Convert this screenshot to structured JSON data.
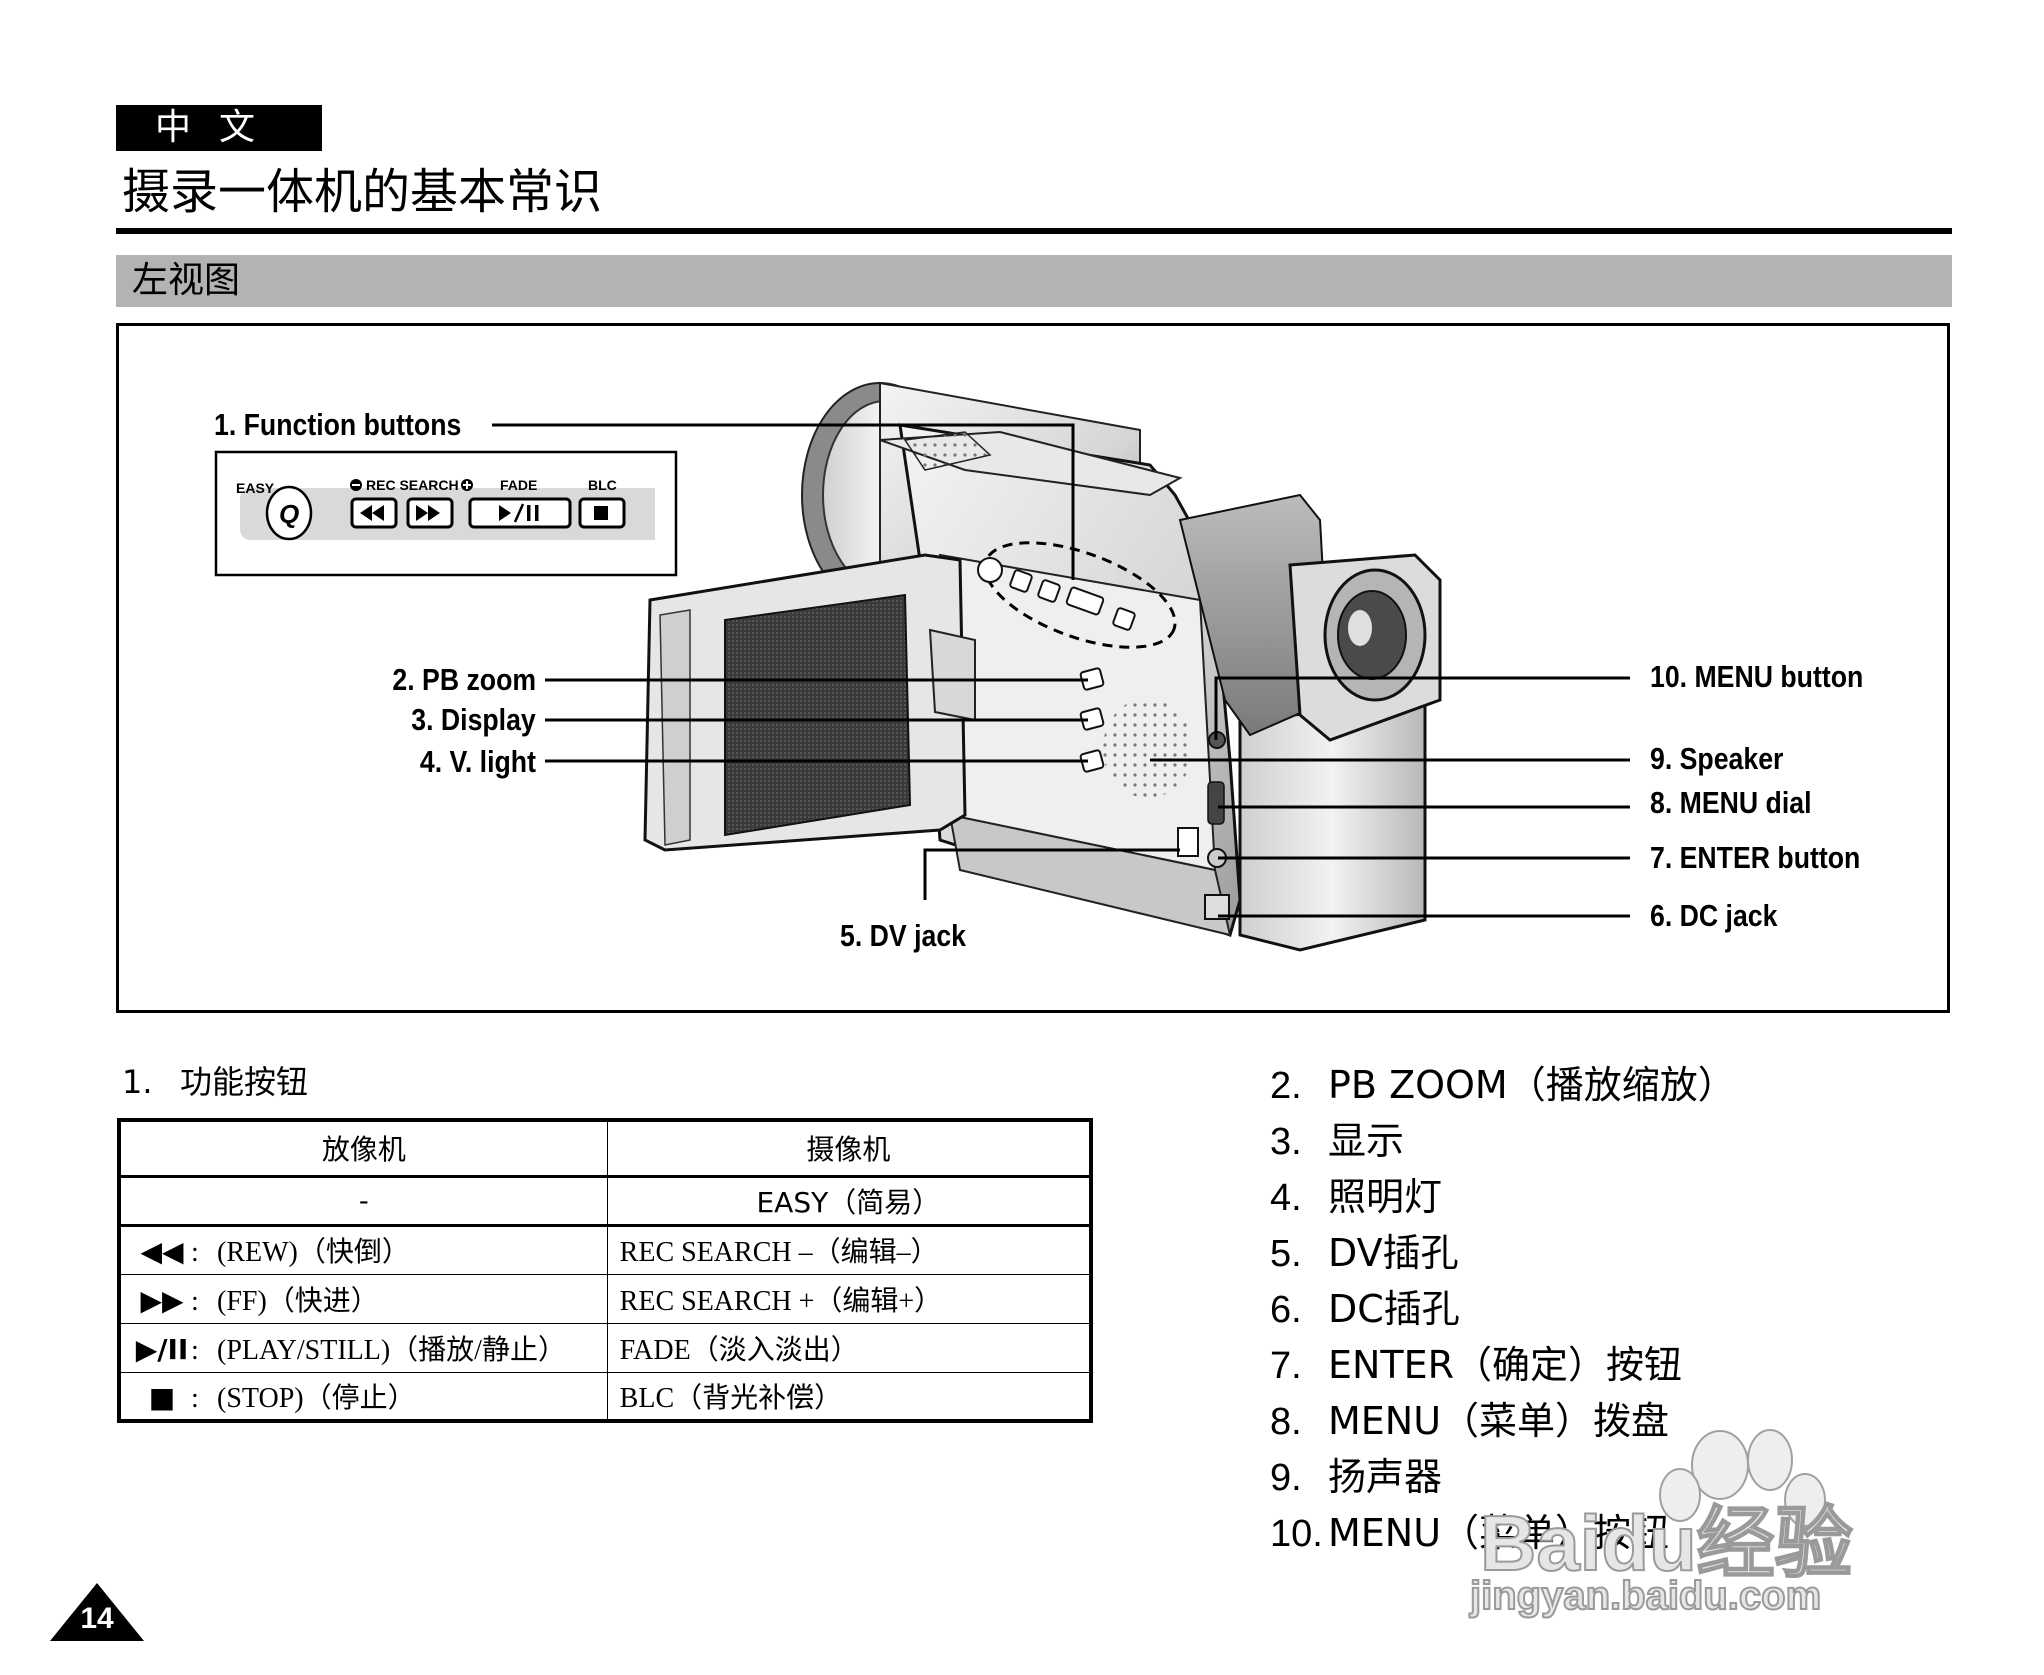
{
  "header": {
    "language_tab": "中文",
    "page_title": "摄录一体机的基本常识"
  },
  "section": {
    "title": "左视图"
  },
  "figure": {
    "callouts": {
      "c1": "1. Function buttons",
      "c2": "2. PB zoom",
      "c3": "3. Display",
      "c4": "4. V. light",
      "c5": "5. DV jack",
      "c6": "6. DC jack",
      "c7": "7. ENTER button",
      "c8": "8. MENU dial",
      "c9": "9. Speaker",
      "c10": "10. MENU button"
    },
    "inset": {
      "easy": "EASY",
      "rec_search": "REC SEARCH",
      "fade": "FADE",
      "blc": "BLC",
      "q_icon": "Q"
    }
  },
  "function_list": {
    "num": "1.",
    "title": "功能按钮"
  },
  "function_table": {
    "headers": [
      "放像机",
      "摄像机"
    ],
    "easy_row": {
      "player": "-",
      "camera": "EASY（简易）"
    },
    "rows": [
      {
        "symbol": "◀◀",
        "player": "(REW)（快倒）",
        "camera": "REC SEARCH –（编辑–）"
      },
      {
        "symbol": "▶▶",
        "player": "(FF)（快进）",
        "camera": "REC SEARCH +（编辑+）"
      },
      {
        "symbol": "▶/II",
        "player": "(PLAY/STILL)（播放/静止）",
        "camera": "FADE（淡入淡出）"
      },
      {
        "symbol": "■",
        "player": "(STOP)（停止）",
        "camera": "BLC（背光补偿）"
      }
    ],
    "colon": ":"
  },
  "descriptions": [
    {
      "num": "2.",
      "text": "PB ZOOM（播放缩放）"
    },
    {
      "num": "3.",
      "text": "显示"
    },
    {
      "num": "4.",
      "text": "照明灯"
    },
    {
      "num": "5.",
      "text": "DV插孔"
    },
    {
      "num": "6.",
      "text": "DC插孔"
    },
    {
      "num": "7.",
      "text": "ENTER（确定）按钮"
    },
    {
      "num": "8.",
      "text": "MENU（菜单）拨盘"
    },
    {
      "num": "9.",
      "text": "扬声器"
    },
    {
      "num": "10.",
      "text": "MENU（菜单）按钮"
    }
  ],
  "page_number": "14",
  "watermark": {
    "brand": "Baidu经验",
    "url": "jingyan.baidu.com"
  }
}
